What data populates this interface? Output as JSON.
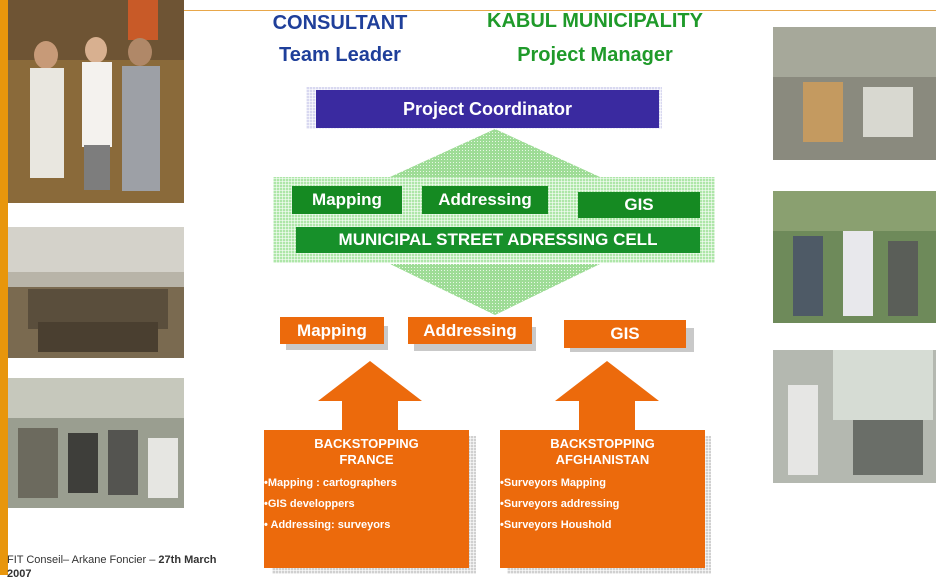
{
  "header": {
    "consultant": "CONSULTANT",
    "team_leader": "Team Leader",
    "municipality": "KABUL MUNICIPALITY",
    "project_manager": "Project Manager"
  },
  "coordinator": "Project Coordinator",
  "cell": {
    "buttons": [
      "Mapping",
      "Addressing",
      "GIS"
    ],
    "title": "MUNICIPAL STREET ADRESSING CELL"
  },
  "units": [
    "Mapping",
    "Addressing",
    "GIS"
  ],
  "backstopping": [
    {
      "title_line1": "BACKSTOPPING",
      "title_line2": "FRANCE",
      "items": [
        "•Mapping : cartographers",
        "•GIS developpers",
        "• Addressing: surveyors"
      ]
    },
    {
      "title_line1": "BACKSTOPPING",
      "title_line2": "AFGHANISTAN",
      "items": [
        "•Surveyors Mapping",
        "•Surveyors addressing",
        "•Surveyors Houshold"
      ]
    }
  ],
  "footer": {
    "prefix": "FIT Conseil– Arkane Foncier – ",
    "date_bold": "27th March",
    "year": "2007"
  },
  "colors": {
    "accent": "#e8960c",
    "blue": "#1f3f9a",
    "green": "#1f9a2a",
    "orange": "#ec6a0c",
    "purple": "#3a2aa0"
  }
}
